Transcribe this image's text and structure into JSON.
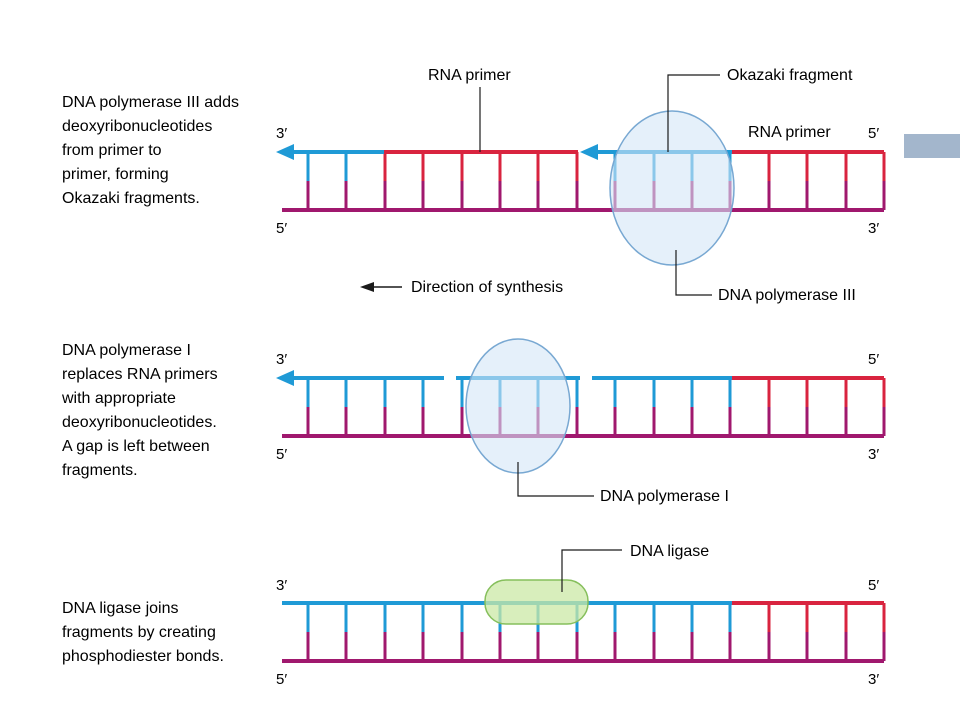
{
  "colors": {
    "dna_new": "#1f9ad6",
    "dna_template": "#a0186e",
    "rna_primer": "#d9243f",
    "polymerase_fill": "#d3e6f6",
    "polymerase_stroke": "#78a8d2",
    "ligase_fill": "#cbe8a6",
    "ligase_stroke": "#86bf5c",
    "accent_bar": "#a3b6cc"
  },
  "ends": {
    "three_prime": "3′",
    "five_prime": "5′"
  },
  "panel1": {
    "description": [
      "DNA polymerase III adds",
      "deoxyribonucleotides",
      "from primer to",
      "primer, forming",
      "Okazaki fragments."
    ],
    "labels": {
      "rna_primer_top": "RNA primer",
      "okazaki_fragment": "Okazaki fragment",
      "rna_primer_right": "RNA primer",
      "dna_polymerase_iii": "DNA polymerase III",
      "direction_of_synthesis": "Direction of synthesis"
    }
  },
  "panel2": {
    "description": [
      "DNA polymerase I",
      "replaces RNA primers",
      "with appropriate",
      "deoxyribonucleotides.",
      "A gap is left between",
      "fragments."
    ],
    "labels": {
      "dna_polymerase_i": "DNA polymerase I"
    }
  },
  "panel3": {
    "description": [
      "DNA ligase joins",
      "fragments by creating",
      "phosphodiester bonds."
    ],
    "labels": {
      "dna_ligase": "DNA ligase"
    }
  }
}
